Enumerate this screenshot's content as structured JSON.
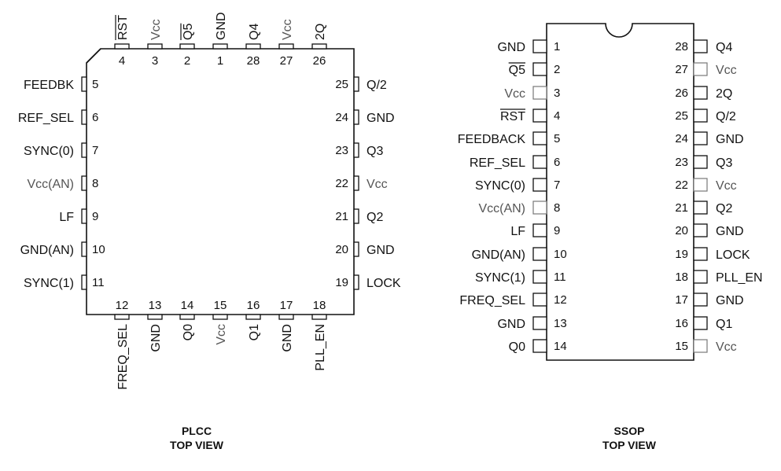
{
  "plcc": {
    "caption_line1": "PLCC",
    "caption_line2": "TOP VIEW",
    "top": [
      {
        "num": "4",
        "label": "RST",
        "overline": true
      },
      {
        "num": "3",
        "label": "Vcc",
        "light": true
      },
      {
        "num": "2",
        "label": "Q5",
        "overline": true
      },
      {
        "num": "1",
        "label": "GND"
      },
      {
        "num": "28",
        "label": "Q4"
      },
      {
        "num": "27",
        "label": "Vcc",
        "light": true
      },
      {
        "num": "26",
        "label": "2Q"
      }
    ],
    "left": [
      {
        "num": "5",
        "label": "FEEDBK"
      },
      {
        "num": "6",
        "label": "REF_SEL"
      },
      {
        "num": "7",
        "label": "SYNC(0)"
      },
      {
        "num": "8",
        "label": "Vcc(AN)",
        "light": true
      },
      {
        "num": "9",
        "label": "LF"
      },
      {
        "num": "10",
        "label": "GND(AN)"
      },
      {
        "num": "11",
        "label": "SYNC(1)"
      }
    ],
    "right": [
      {
        "num": "25",
        "label": "Q/2"
      },
      {
        "num": "24",
        "label": "GND"
      },
      {
        "num": "23",
        "label": "Q3"
      },
      {
        "num": "22",
        "label": "Vcc",
        "light": true
      },
      {
        "num": "21",
        "label": "Q2"
      },
      {
        "num": "20",
        "label": "GND"
      },
      {
        "num": "19",
        "label": "LOCK"
      }
    ],
    "bottom": [
      {
        "num": "12",
        "label": "FREQ_SEL"
      },
      {
        "num": "13",
        "label": "GND"
      },
      {
        "num": "14",
        "label": "Q0"
      },
      {
        "num": "15",
        "label": "Vcc",
        "light": true
      },
      {
        "num": "16",
        "label": "Q1"
      },
      {
        "num": "17",
        "label": "GND"
      },
      {
        "num": "18",
        "label": "PLL_EN"
      }
    ]
  },
  "ssop": {
    "caption_line1": "SSOP",
    "caption_line2": "TOP VIEW",
    "left": [
      {
        "num": "1",
        "label": "GND"
      },
      {
        "num": "2",
        "label": "Q5",
        "overline": true
      },
      {
        "num": "3",
        "label": "Vcc",
        "light": true
      },
      {
        "num": "4",
        "label": "RST",
        "overline": true
      },
      {
        "num": "5",
        "label": "FEEDBACK"
      },
      {
        "num": "6",
        "label": "REF_SEL"
      },
      {
        "num": "7",
        "label": "SYNC(0)"
      },
      {
        "num": "8",
        "label": "Vcc(AN)",
        "light": true
      },
      {
        "num": "9",
        "label": "LF"
      },
      {
        "num": "10",
        "label": "GND(AN)"
      },
      {
        "num": "11",
        "label": "SYNC(1)"
      },
      {
        "num": "12",
        "label": "FREQ_SEL"
      },
      {
        "num": "13",
        "label": "GND"
      },
      {
        "num": "14",
        "label": "Q0"
      }
    ],
    "right": [
      {
        "num": "28",
        "label": "Q4"
      },
      {
        "num": "27",
        "label": "Vcc",
        "light": true
      },
      {
        "num": "26",
        "label": "2Q"
      },
      {
        "num": "25",
        "label": "Q/2"
      },
      {
        "num": "24",
        "label": "GND"
      },
      {
        "num": "23",
        "label": "Q3"
      },
      {
        "num": "22",
        "label": "Vcc",
        "light": true
      },
      {
        "num": "21",
        "label": "Q2"
      },
      {
        "num": "20",
        "label": "GND"
      },
      {
        "num": "19",
        "label": "LOCK"
      },
      {
        "num": "18",
        "label": "PLL_EN"
      },
      {
        "num": "17",
        "label": "GND"
      },
      {
        "num": "16",
        "label": "Q1"
      },
      {
        "num": "15",
        "label": "Vcc",
        "light": true
      }
    ]
  }
}
